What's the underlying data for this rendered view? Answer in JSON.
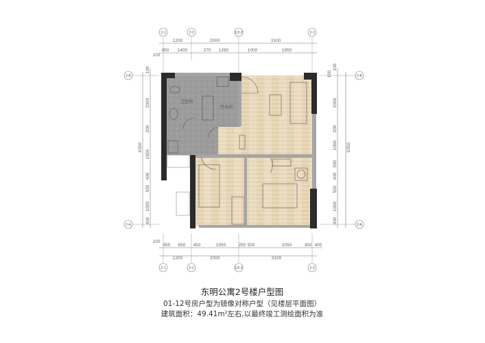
{
  "title": "东明公寓2号楼户型图",
  "note": "01-12号房户型为镜像对称户型（见楼层平面图）",
  "area_prefix": "建筑面积：49.41m",
  "area_sup": "2",
  "area_suffix": "左右,以最终竣工测绘面积为准",
  "rooms": {
    "bathroom": "卫生间",
    "water_room": "开水间"
  },
  "axes": {
    "a1": "2-1",
    "a2": "2-2",
    "a3": "1/2-2",
    "a4": "2-3",
    "b": "2-B",
    "a": "2-A"
  },
  "top_dims": {
    "row1": [
      "1200",
      "2000",
      "3100"
    ],
    "row2": [
      "100",
      "450",
      "1400",
      "270",
      "1280",
      "1000",
      "1950"
    ]
  },
  "bottom_dims": {
    "row1": [
      "100",
      "450",
      "650",
      "450",
      "1550",
      "250",
      "500",
      "2050",
      "300",
      "400"
    ],
    "row2": [
      "1200",
      "2000",
      "3100"
    ]
  },
  "left_dims": {
    "total": "6350",
    "parts": [
      "100",
      "2000",
      "200",
      "1650",
      "400",
      "550",
      "1000",
      "400"
    ]
  },
  "right_dims": {
    "total": "6350",
    "parts": [
      "150",
      "100",
      "2000",
      "200",
      "1060",
      "590",
      "400",
      "550",
      "1000",
      "400"
    ]
  },
  "colors": {
    "wall": "#2b2b2b",
    "tile": "#9a9a9a",
    "wood": "#e6d6b8",
    "partition": "#a8a8a8"
  }
}
